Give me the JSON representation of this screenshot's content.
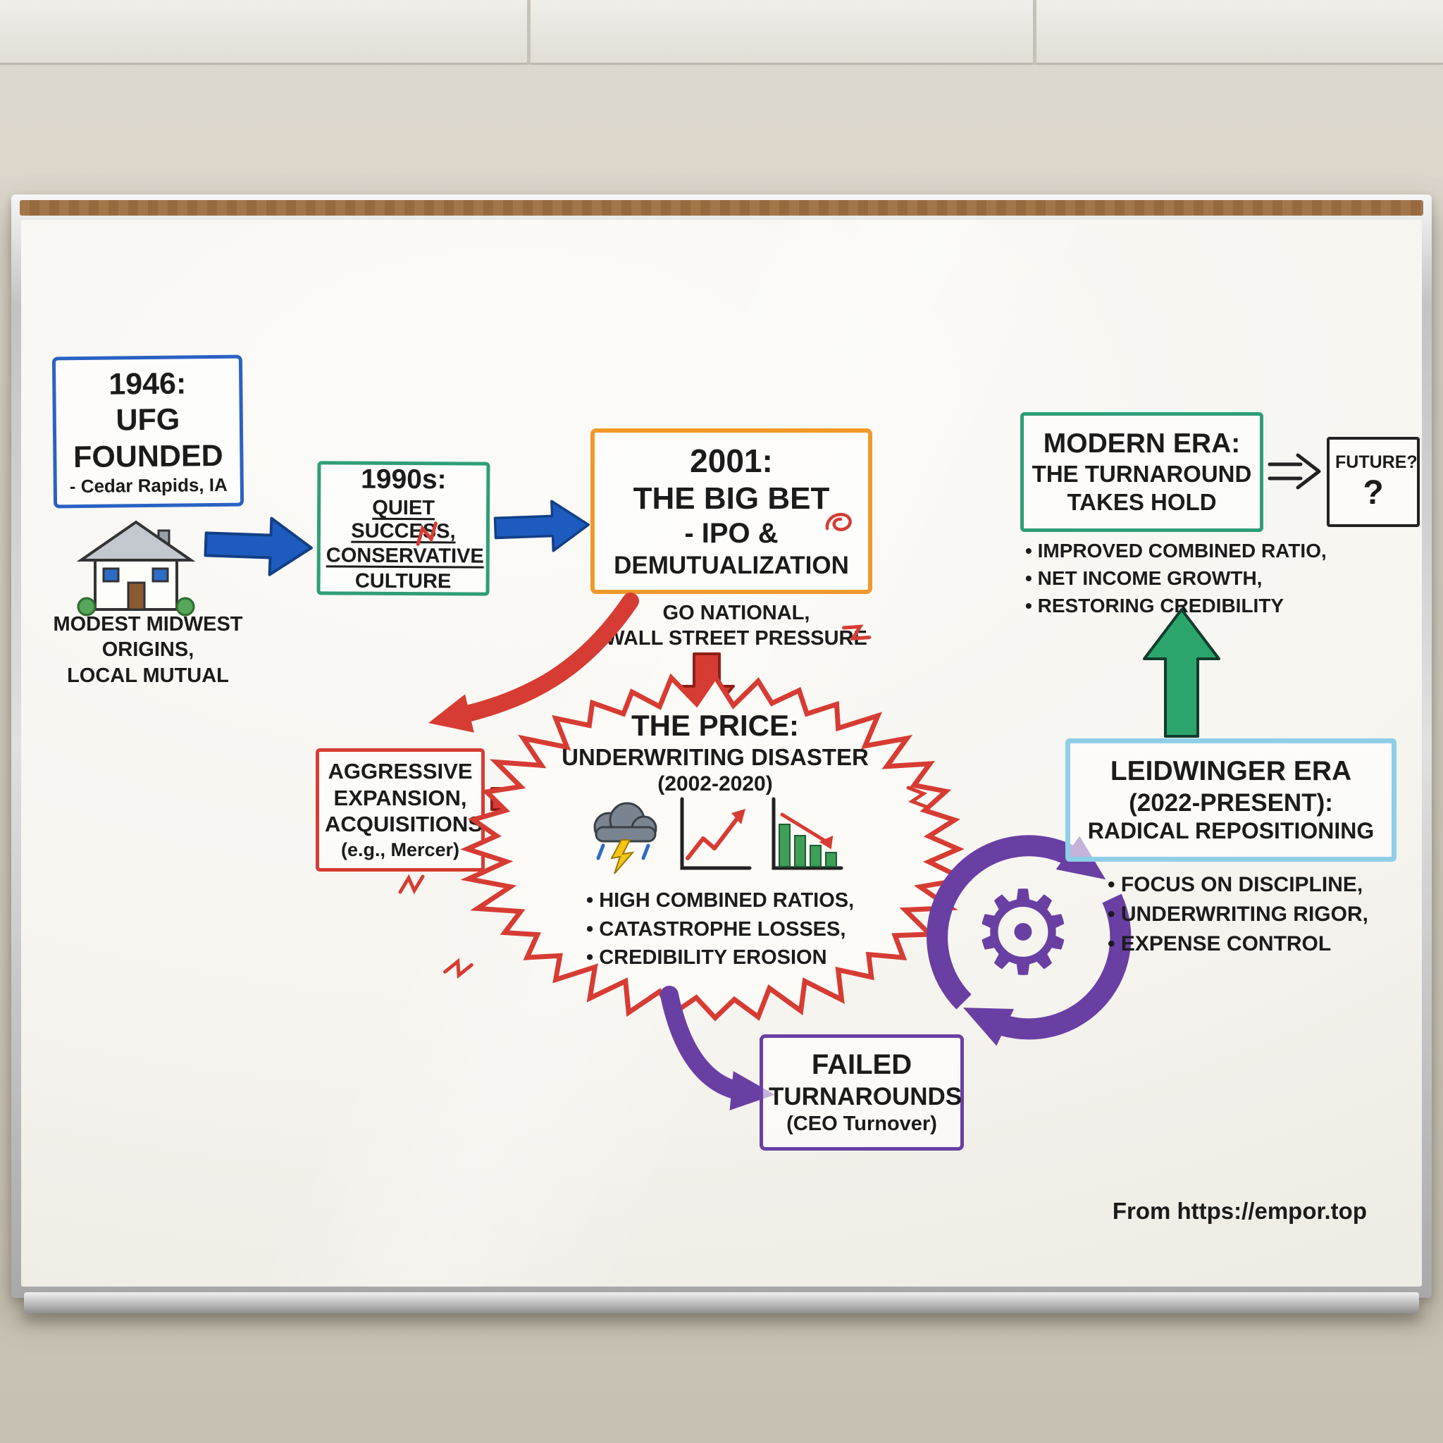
{
  "colors": {
    "marker_blue": "#2a62c4",
    "marker_green": "#2f9e77",
    "marker_orange": "#f0992b",
    "marker_red": "#d63c33",
    "marker_purple": "#6a3fa3",
    "marker_lightblue": "#8ecfe8",
    "arrow_green": "#2ba56c",
    "ink_black": "#1b1b1b"
  },
  "icons": {
    "gear": "⚙"
  },
  "footer": {
    "source_note": "From https://empor.top"
  },
  "nodes": {
    "founded": {
      "lines": [
        "1946:",
        "UFG",
        "FOUNDED",
        "- Cedar Rapids, IA"
      ]
    },
    "origins": {
      "lines": [
        "MODEST MIDWEST",
        "ORIGINS,",
        "LOCAL MUTUAL"
      ]
    },
    "nineties": {
      "lines": [
        "1990s:",
        "QUIET SUCCESS,",
        "CONSERVATIVE",
        "CULTURE"
      ]
    },
    "bigbet": {
      "lines": [
        "2001:",
        "THE BIG BET",
        "- IPO &",
        "DEMUTUALIZATION"
      ],
      "caption": [
        "GO NATIONAL,",
        "WALL STREET PRESSURE"
      ]
    },
    "aggressive": {
      "lines": [
        "AGGRESSIVE",
        "EXPANSION,",
        "ACQUISITIONS",
        "(e.g., Mercer)"
      ]
    },
    "price": {
      "title": [
        "THE PRICE:",
        "UNDERWRITING DISASTER",
        "(2002-2020)"
      ],
      "bullets": [
        "HIGH COMBINED RATIOS,",
        "CATASTROPHE LOSSES,",
        "CREDIBILITY EROSION"
      ]
    },
    "failed": {
      "lines": [
        "FAILED",
        "TURNAROUNDS",
        "(CEO Turnover)"
      ]
    },
    "leidwinger": {
      "lines": [
        "LEIDWINGER ERA",
        "(2022-PRESENT):",
        "RADICAL REPOSITIONING"
      ],
      "bullets": [
        "FOCUS ON DISCIPLINE,",
        "UNDERWRITING RIGOR,",
        "EXPENSE CONTROL"
      ]
    },
    "modern": {
      "lines": [
        "MODERN ERA:",
        "THE TURNAROUND",
        "TAKES HOLD"
      ],
      "bullets": [
        "IMPROVED COMBINED RATIO,",
        "NET INCOME GROWTH,",
        "RESTORING CREDIBILITY"
      ]
    },
    "future": {
      "lines": [
        "FUTURE?",
        "?"
      ]
    }
  }
}
